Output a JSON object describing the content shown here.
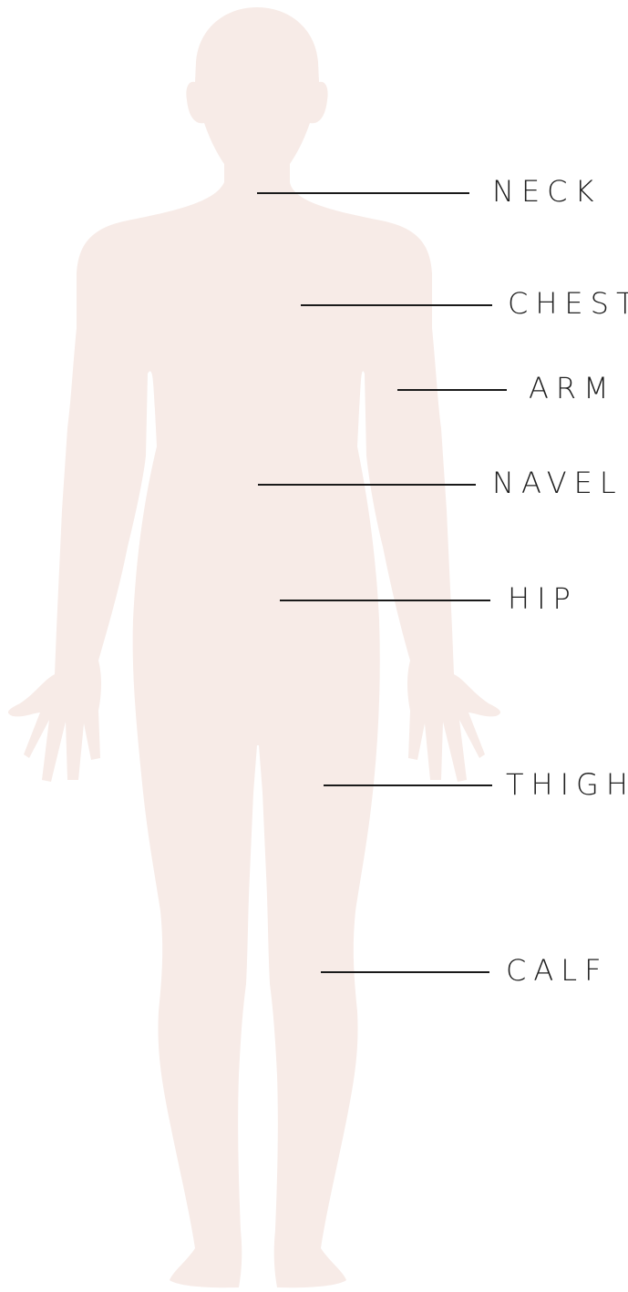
{
  "labels": {
    "neck": "NECK",
    "chest": "CHEST",
    "arm": "ARM",
    "navel": "NAVEL",
    "hip": "HIP",
    "thigh": "THIGH",
    "calf": "CALF"
  },
  "colors": {
    "silhouette": "#f7ebe7",
    "line": "#1a1a1a",
    "text": "#1f1f1f",
    "background": "#ffffff"
  }
}
